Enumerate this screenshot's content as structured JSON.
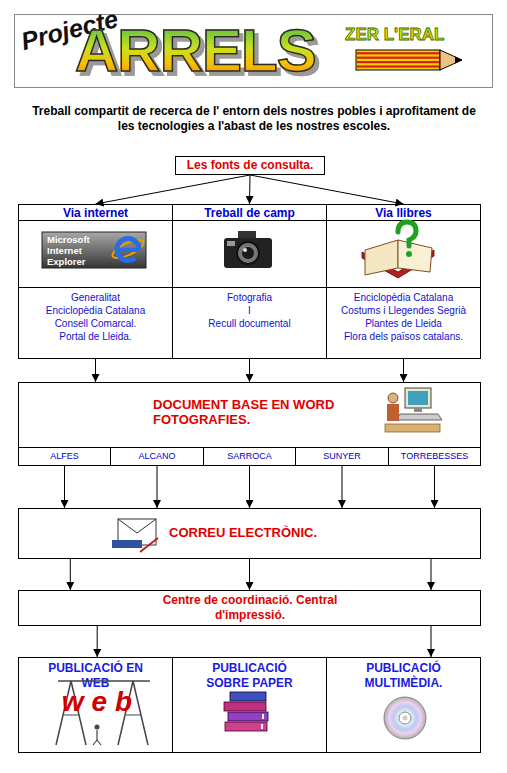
{
  "diagram": {
    "title": "Treball compartit de recerca de l' entorn dels nostres pobles i aprofitament de les tecnologies a l'abast de les nostres escoles.",
    "nodes": [
      {
        "text": [
          "Projecte",
          "ARRELS",
          "ZER L'ERAL"
        ]
      },
      {
        "text": [
          "Les fonts de consulta."
        ]
      },
      {
        "text": [
          "Via internet",
          "Generalitat",
          "Enciclopèdia Catalana",
          "Consell Comarcal.",
          "Portal de Lleida."
        ]
      },
      {
        "text": [
          "Treball de camp",
          "Fotografia",
          "I",
          "Recull documental"
        ]
      },
      {
        "text": [
          "Via llibres",
          "Enciclopèdia Catalana",
          "Costums i Llegendes Segrià",
          "Plantes de Lleida",
          "Flora dels països catalans."
        ]
      },
      {
        "text": [
          "DOCUMENT BASE EN WORD FOTOGRAFIES."
        ]
      },
      {
        "text": [
          "ALFES"
        ],
        "in": 5
      },
      {
        "text": [
          "ALCANO"
        ],
        "in": 5
      },
      {
        "text": [
          "SARROCA"
        ],
        "in": 5
      },
      {
        "text": [
          "SUNYER"
        ],
        "in": 5
      },
      {
        "text": [
          "TORREBESSES"
        ],
        "in": 5
      },
      {
        "text": [
          "CORREU ELECTRÒNIC."
        ]
      },
      {
        "text": [
          "Centre de coordinació. Central d'impressió."
        ]
      },
      {
        "text": [
          "PUBLICACIÓ EN WEB"
        ]
      },
      {
        "text": [
          "PUBLICACIÓ SOBRE PAPER"
        ]
      },
      {
        "text": [
          "PUBLICACIÓ MULTIMÈDIA."
        ]
      }
    ],
    "edges": [
      {
        "from": 1,
        "to": 2,
        "arrow": "to"
      },
      {
        "from": 1,
        "to": 3,
        "arrow": "to"
      },
      {
        "from": 1,
        "to": 4,
        "arrow": "to"
      },
      {
        "from": 2,
        "to": 5,
        "arrow": "to"
      },
      {
        "from": 3,
        "to": 5,
        "arrow": "to"
      },
      {
        "from": 4,
        "to": 5,
        "arrow": "to"
      },
      {
        "from": 6,
        "to": 11,
        "arrow": "to"
      },
      {
        "from": 7,
        "to": 11,
        "arrow": "to"
      },
      {
        "from": 8,
        "to": 11,
        "arrow": "to"
      },
      {
        "from": 9,
        "to": 11,
        "arrow": "to"
      },
      {
        "from": 10,
        "to": 11,
        "arrow": "to"
      },
      {
        "from": 11,
        "to": 12,
        "arrow": "to"
      },
      {
        "from": 11,
        "to": 12,
        "arrow": "to"
      },
      {
        "from": 11,
        "to": 12,
        "arrow": "to"
      },
      {
        "from": 12,
        "to": 13,
        "arrow": "to"
      },
      {
        "from": 12,
        "to": 15,
        "arrow": "to"
      }
    ],
    "labels": [
      "Microsoft Internet Explorer",
      "web"
    ]
  }
}
